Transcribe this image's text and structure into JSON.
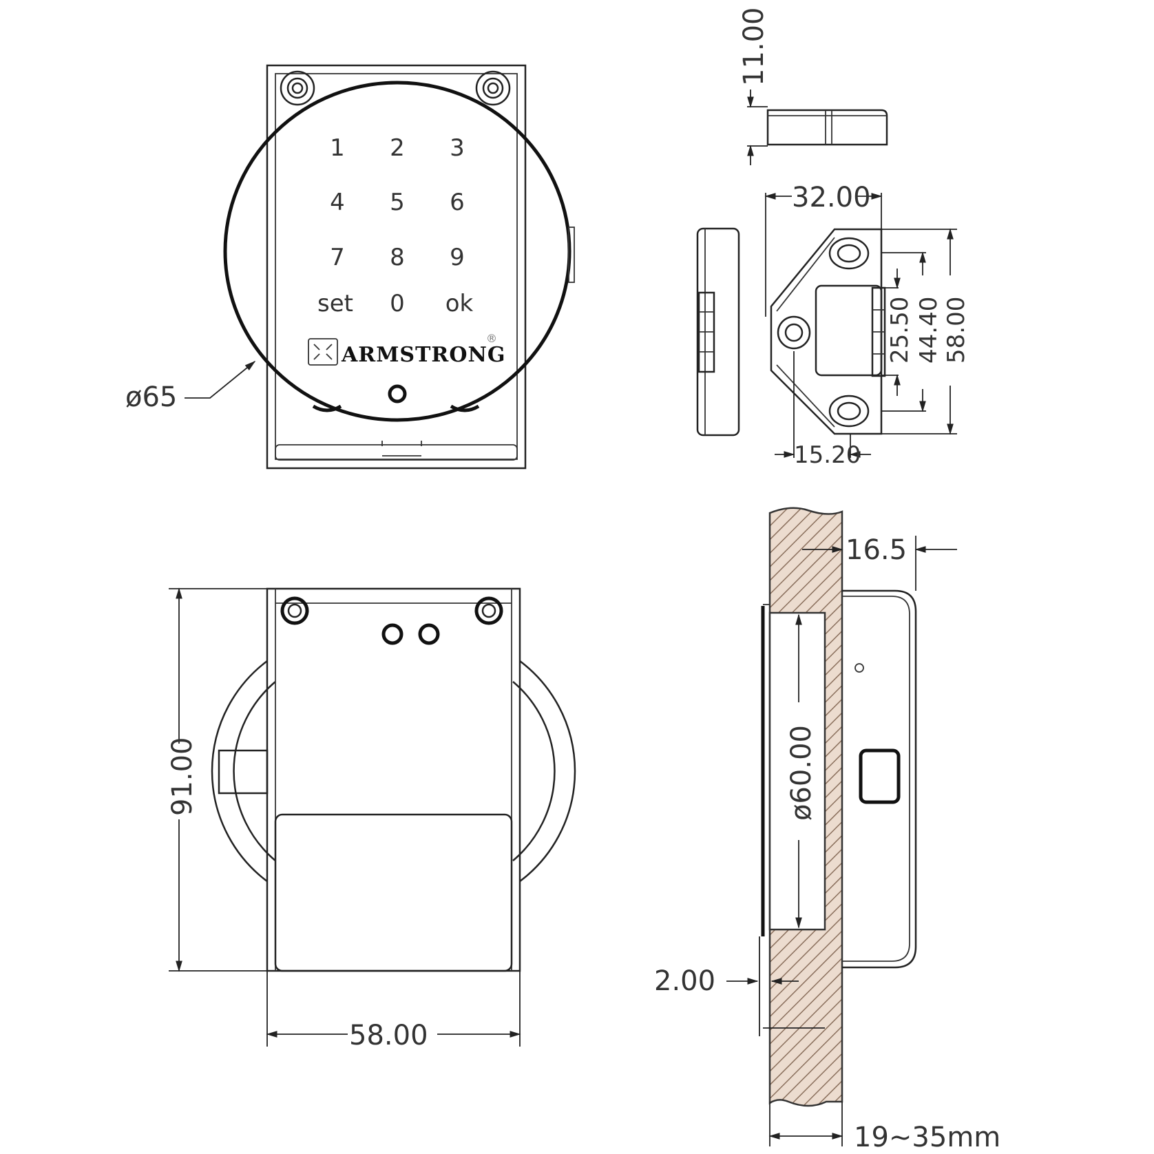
{
  "drawing": {
    "title": "Electronic keypad cabinet lock — dimension drawing",
    "colors": {
      "line": "#222222",
      "wood_fill": "#e9d9cc",
      "wood_hatch": "#8a6f5c",
      "background": "#ffffff"
    },
    "front_view": {
      "keypad_keys": [
        "1",
        "2",
        "3",
        "4",
        "5",
        "6",
        "7",
        "8",
        "9",
        "set",
        "0",
        "ok"
      ],
      "brand": "ARMSTRONG",
      "registered_mark": "®",
      "diameter_label": "ø65"
    },
    "top_view": {
      "height_label": "11.00"
    },
    "side_views": {
      "width_label": "32.00",
      "inner_label": "25.50",
      "mid_label": "44.40",
      "outer_label": "58.00",
      "offset_label": "15.20"
    },
    "back_view": {
      "height_label": "91.00",
      "width_label": "58.00"
    },
    "section_view": {
      "depth_label": "16.5",
      "bore_label": "ø60.00",
      "gap_label": "2.00",
      "door_thickness_label": "19~35mm"
    }
  }
}
